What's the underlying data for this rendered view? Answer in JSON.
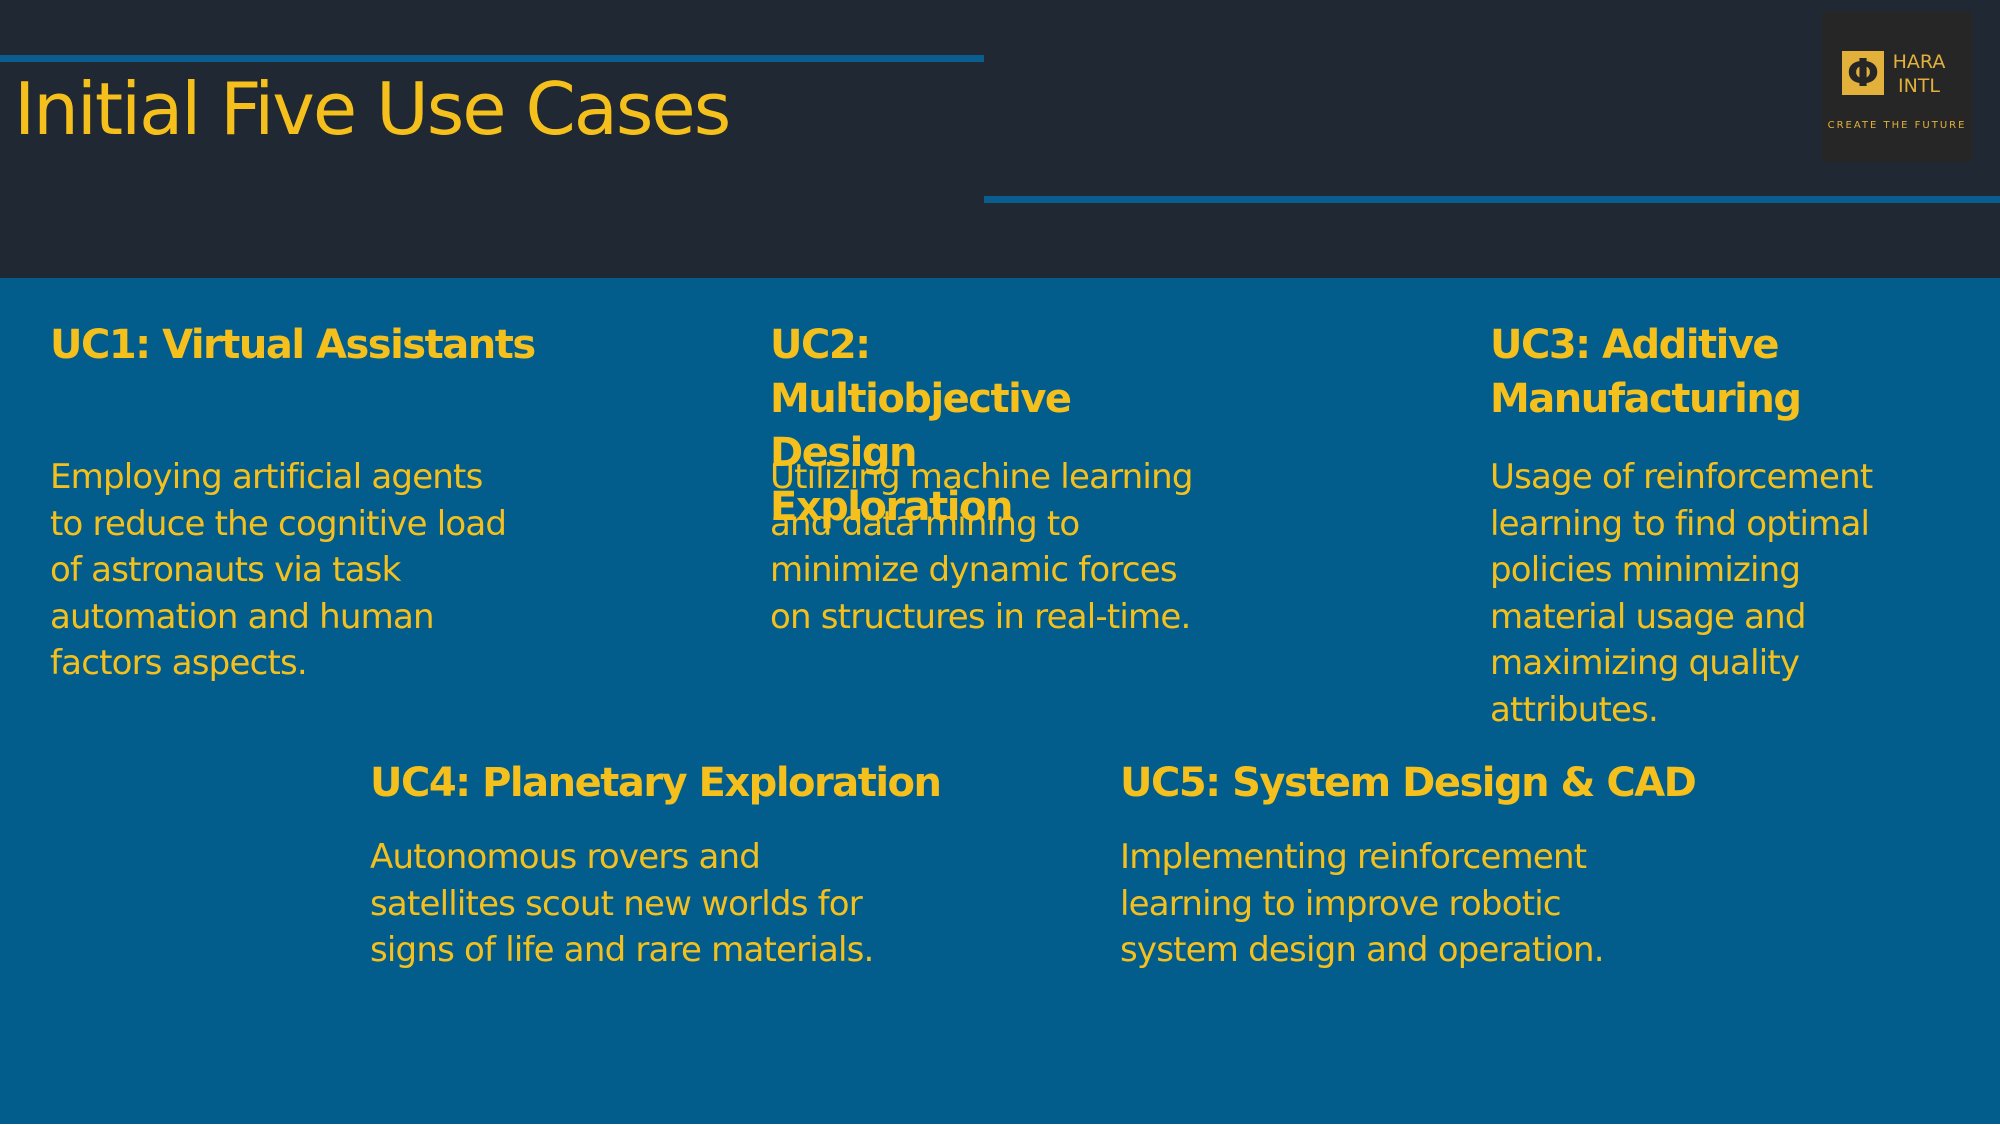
{
  "slide": {
    "title": "Initial Five Use Cases",
    "colors": {
      "header_bg": "#1f2833",
      "content_bg": "#025d8c",
      "accent_rule": "#0a5e8f",
      "title_text": "#f5c01c",
      "logo_bg": "#262626",
      "logo_gold": "#e2b13c"
    }
  },
  "logo": {
    "mark": "Φ",
    "name": "HARA\nINTL",
    "tagline": "CREATE THE FUTURE",
    "icon": "phi-logo-icon"
  },
  "use_cases": [
    {
      "heading": "UC1: Virtual Assistants",
      "text": "Employing artificial agents to reduce the cognitive load of astronauts via task automation and human factors aspects."
    },
    {
      "heading": "UC2: Multiobjective Design Exploration",
      "text": "Utilizing machine learning and data mining to minimize dynamic forces on structures in real-time."
    },
    {
      "heading": "UC3: Additive Manufacturing",
      "text": "Usage of reinforcement learning to find optimal policies minimizing material usage and maximizing quality attributes."
    },
    {
      "heading": "UC4: Planetary Exploration",
      "text": "Autonomous rovers and satellites scout new worlds for signs of life and rare materials."
    },
    {
      "heading": "UC5: System Design & CAD",
      "text": "Implementing reinforcement learning to improve robotic system design and operation."
    }
  ]
}
